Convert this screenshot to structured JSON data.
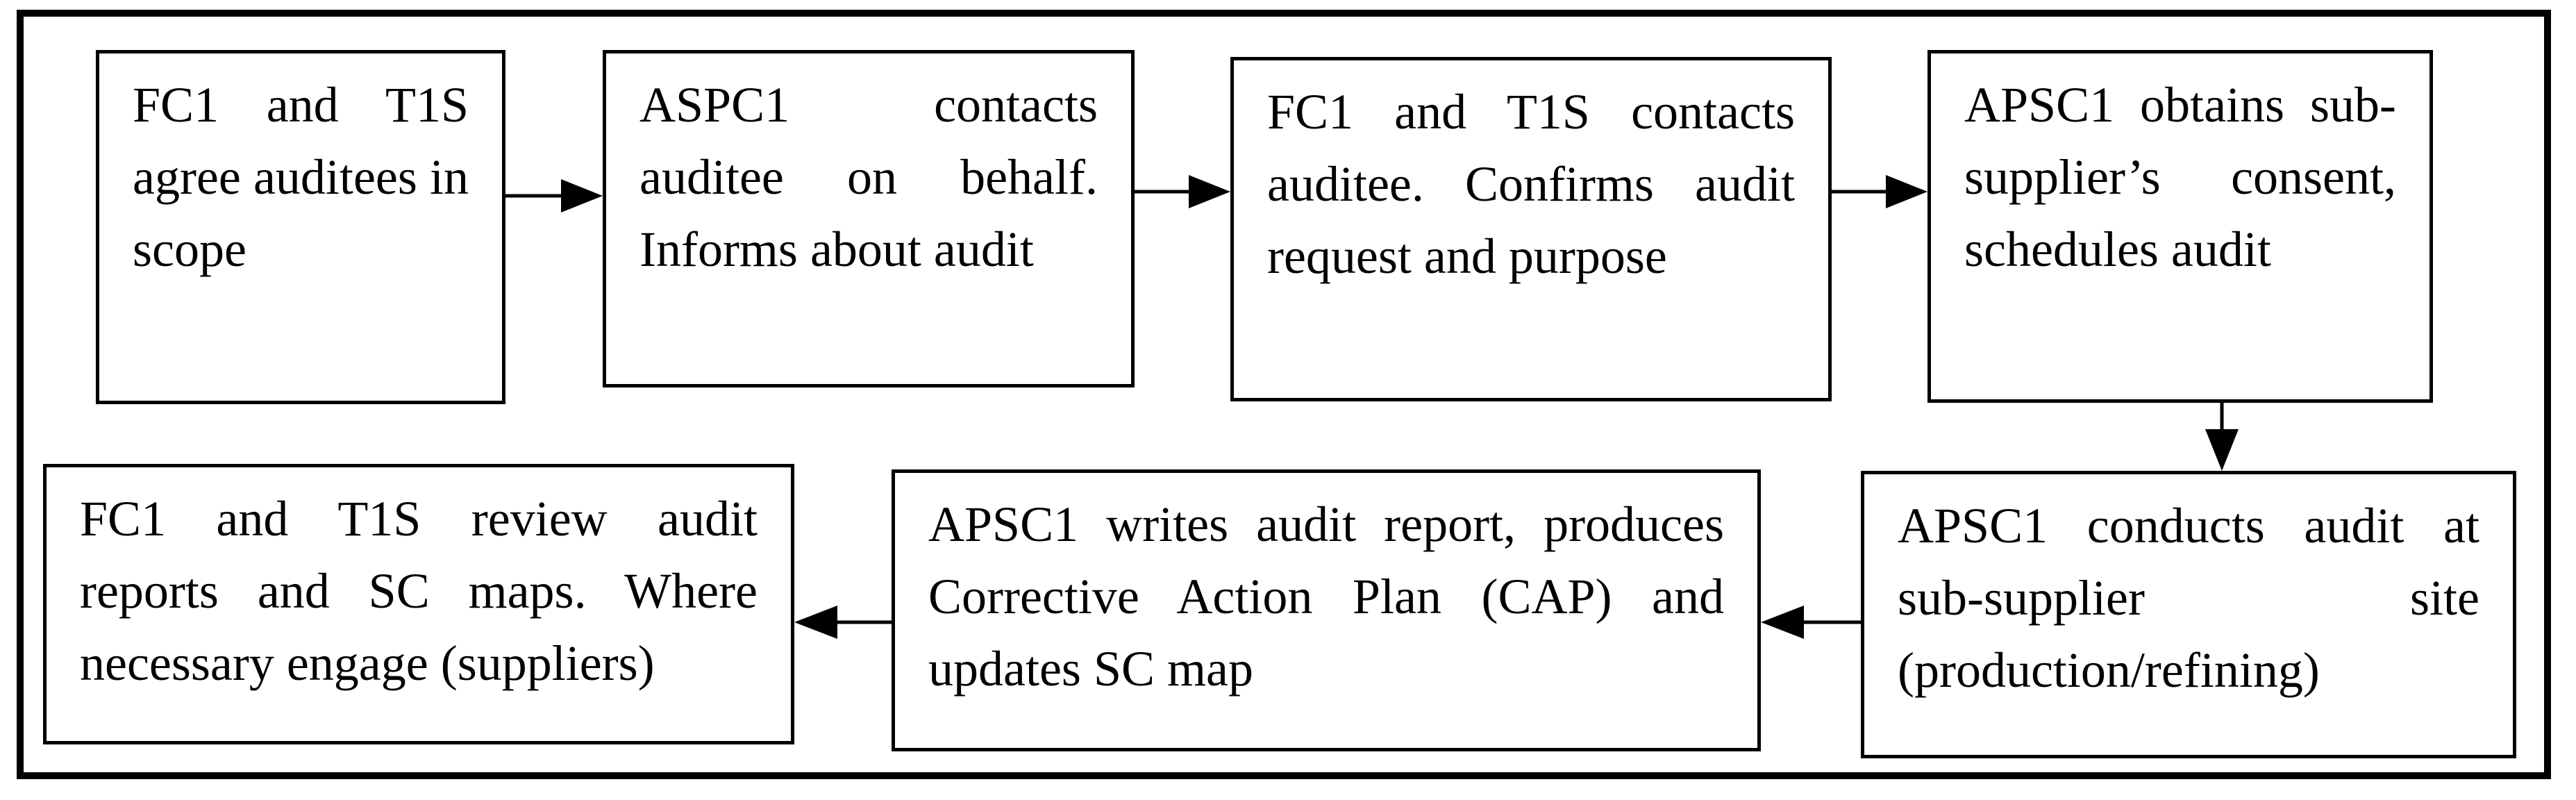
{
  "flow": {
    "steps": [
      {
        "text": "FC1 and T1S agree auditees in scope"
      },
      {
        "text": "ASPC1 contacts auditee on behalf. Informs about audit"
      },
      {
        "text": "FC1 and T1S contacts auditee. Confirms audit request and purpose"
      },
      {
        "text": "APSC1 obtains sub-supplier’s consent, schedules audit"
      },
      {
        "text": "APSC1 conducts audit at sub-supplier site (production/refining)"
      },
      {
        "text": "APSC1 writes audit report, produces Corrective Action Plan (CAP) and updates SC map"
      },
      {
        "text": "FC1 and T1S review audit reports and SC maps. Where necessary engage (suppliers)"
      }
    ]
  }
}
